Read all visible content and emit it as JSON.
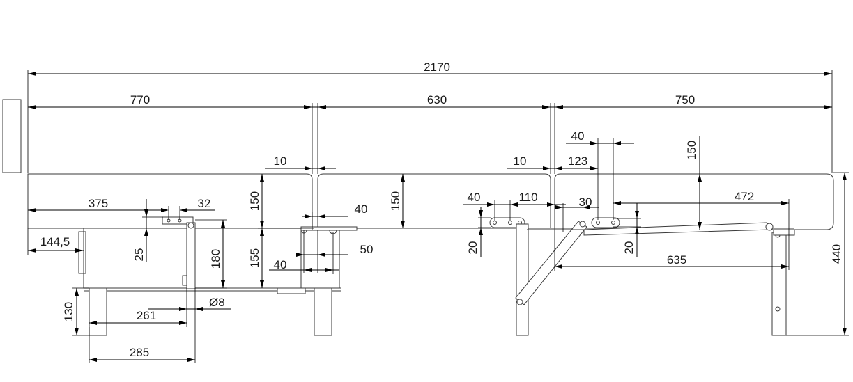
{
  "labels": {
    "total_width": "2170",
    "section_left": "770",
    "section_middle": "630",
    "section_right": "750",
    "gap_left": "10",
    "gap_right": "10",
    "arm_offset": "375",
    "bracket_width": "32",
    "bracket_drop": "25",
    "frame_depth": "180",
    "side_overhang": "144,5",
    "leg_height": "130",
    "leg_spacing_inner": "261",
    "leg_spacing_outer": "285",
    "hole_diameter": "Ø8",
    "back_height_left": "150",
    "back_height_mid": "150",
    "frame_height": "155",
    "hinge_40_top": "40",
    "hinge_50": "50",
    "hinge_40_bottom": "40",
    "plate_40": "40",
    "plate_110": "110",
    "plate_20": "20",
    "link_40": "40",
    "link_123": "123",
    "link_30": "30",
    "link_150": "150",
    "link_472": "472",
    "link_20": "20",
    "link_635": "635",
    "overall_height": "440"
  }
}
